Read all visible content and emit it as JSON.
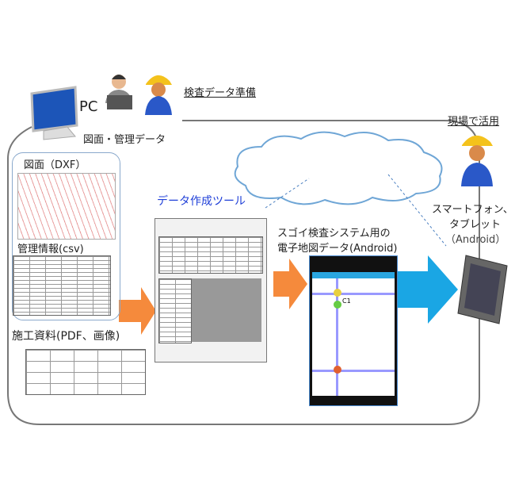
{
  "labels": {
    "pc": "PC",
    "prepare": "検査データ準備",
    "drawing_mgmt": "図面・管理データ",
    "dxf": "図面（DXF）",
    "csv": "管理情報(csv)",
    "construction_docs": "施工資料(PDF、画像)",
    "tool": "データ作成ツール",
    "map_data_line1": "スゴイ検査システム用の",
    "map_data_line2": "電子地図データ(Android)",
    "field_use": "現場で活用",
    "device_line1": "スマートフォン、",
    "device_line2": "タブレット",
    "device_line3": "（Android）",
    "map_marker": "C1"
  },
  "colors": {
    "orange_arrow": "#f58a3c",
    "blue_arrow": "#1aa6e4",
    "tool_label": "#1f3fd8",
    "cloud": "#6fa6d6"
  }
}
